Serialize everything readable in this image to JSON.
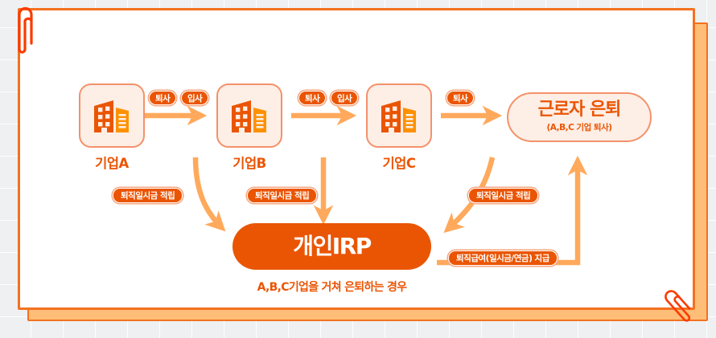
{
  "frame": {
    "clip_top_left": "paperclip-icon",
    "clip_bottom_right": "paperclip-icon"
  },
  "colors": {
    "primary_orange": "#ea5504",
    "mid_orange": "#f4711f",
    "light_orange": "#ffa95c",
    "pale_orange": "#ffbe78",
    "tile_fill": "#fdeee6",
    "tile_border": "#f4916a",
    "arrow": "#ffa95c",
    "card_white": "#ffffff",
    "grid_bg": "#eef0f1"
  },
  "nodes": {
    "companies": [
      {
        "id": "company-a",
        "label": "기업A",
        "icon": "office-building-icon"
      },
      {
        "id": "company-b",
        "label": "기업B",
        "icon": "office-building-icon"
      },
      {
        "id": "company-c",
        "label": "기업C",
        "icon": "office-building-icon"
      }
    ],
    "retirement": {
      "title": "근로자 은퇴",
      "subtitle": "(A,B,C 기업 퇴사)"
    },
    "irp": {
      "title": "개인IRP",
      "caption": "A,B,C기업을 거쳐 은퇴하는 경우"
    }
  },
  "badges": {
    "leave_1": "퇴사",
    "join_1": "입사",
    "leave_2": "퇴사",
    "join_2": "입사",
    "leave_3": "퇴사",
    "accrual_a": "퇴직일시금 적립",
    "accrual_b": "퇴직일시금 적립",
    "accrual_c": "퇴직일시금 적립",
    "payout": "퇴직급여(일시금/연금) 지급"
  }
}
